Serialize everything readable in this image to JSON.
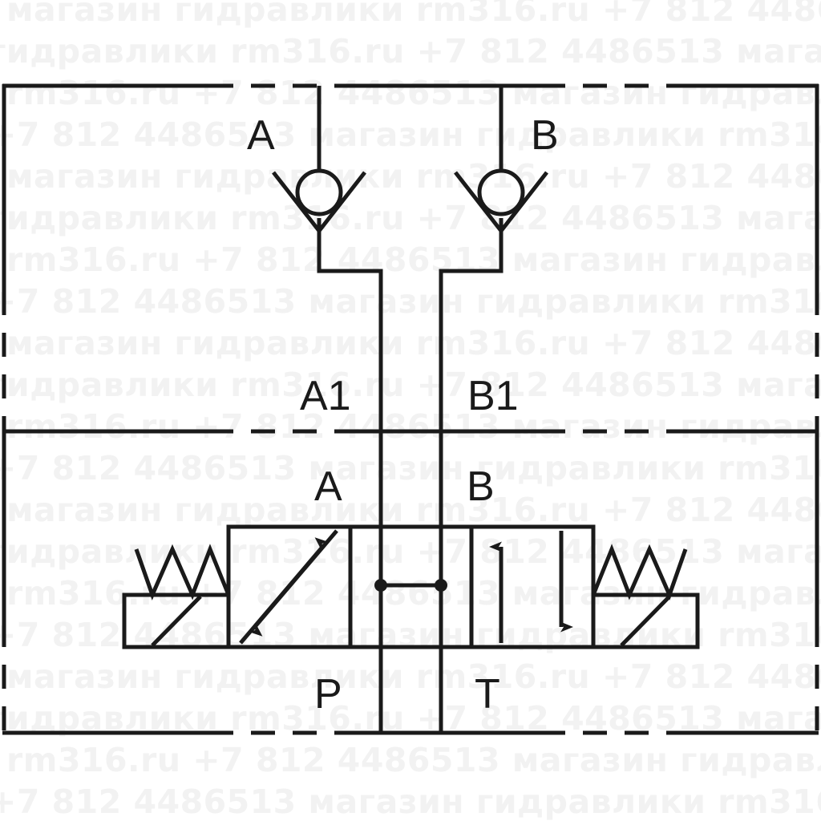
{
  "diagram": {
    "title": "Hydraulic circuit schematic",
    "type": "hydraulic-schematic",
    "line_color": "#1a1a1a",
    "background_color": "#ffffff",
    "stroke_width": 5
  },
  "watermark": {
    "color": "#f2f2f2",
    "lines": [
      "магазин гидравлики rm316.ru +7 812 4486513",
      "гидравлики rm316.ru +7 812 4486513 магазин",
      "rm316.ru +7 812 4486513 магазин гидравлики",
      "+7 812 4486513 магазин гидравлики rm316.ru",
      "магазин гидравлики rm316.ru +7 812 4486513",
      "гидравлики rm316.ru +7 812 4486513 магазин",
      "rm316.ru +7 812 4486513 магазин гидравлики",
      "+7 812 4486513 магазин гидравлики rm316.ru",
      "магазин гидравлики rm316.ru +7 812 4486513",
      "гидравлики rm316.ru +7 812 4486513 магазин",
      "rm316.ru +7 812 4486513 магазин гидравлики",
      "+7 812 4486513 магазин гидравлики rm316.ru",
      "магазин гидравлики rm316.ru +7 812 4486513",
      "гидравлики rm316.ru +7 812 4486513 магазин",
      "rm316.ru +7 812 4486513 магазин гидравлики",
      "+7 812 4486513 магазин гидравлики rm316.ru",
      "магазин гидравлики rm316.ru +7 812 4486513",
      "гидравлики rm316.ru +7 812 4486513 магазин",
      "rm316.ru +7 812 4486513 магазин гидравлики",
      "+7 812 4486513 магазин гидравлики rm316.ru"
    ]
  },
  "labels": {
    "port_a_top": "A",
    "port_b_top": "B",
    "port_a1": "A1",
    "port_b1": "B1",
    "valve_port_a": "A",
    "valve_port_b": "B",
    "valve_port_p": "P",
    "valve_port_t": "T"
  },
  "components": {
    "check_valve_a": {
      "name": "check valve A",
      "symbol": "ball-check-valve",
      "port": "A"
    },
    "check_valve_b": {
      "name": "check valve B",
      "symbol": "ball-check-valve",
      "port": "B"
    },
    "directional_valve": {
      "name": "4/3 directional control valve",
      "positions": 3,
      "ways": 4,
      "left_position": "crossed-arrows",
      "center_position": "closed-center-blocked",
      "right_position": "parallel-arrows",
      "left_actuator": "spring-return-with-lever",
      "right_actuator": "spring-return-with-lever"
    }
  },
  "enclosures": {
    "upper_block": "dash-dot-dot boundary (check valve manifold)",
    "lower_block": "dash-dot-dot boundary (directional valve body)"
  }
}
